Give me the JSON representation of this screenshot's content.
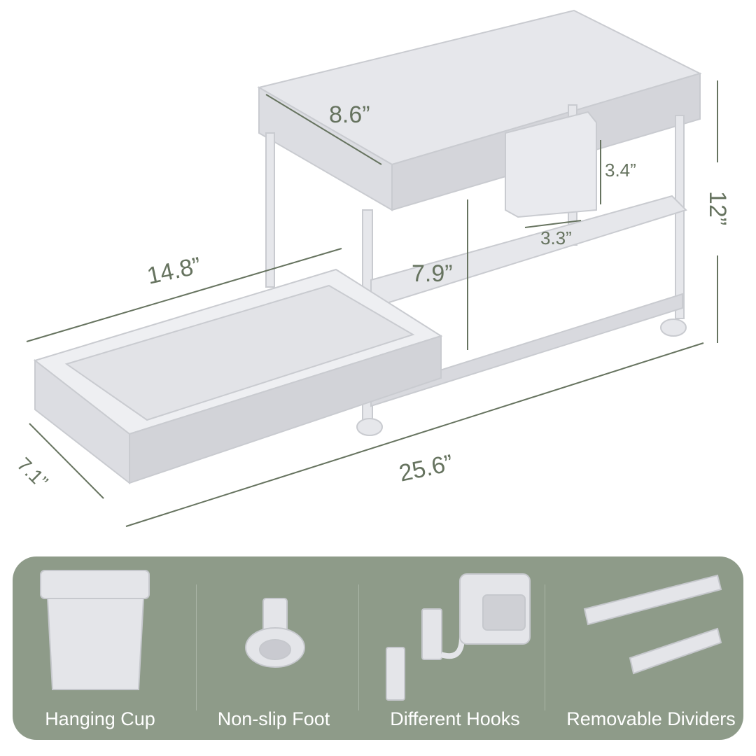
{
  "dimensions": {
    "compartment_width": "8.6”",
    "cup_height": "3.4”",
    "cup_width": "3.3”",
    "total_height": "12”",
    "depth": "14.8”",
    "clearance": "7.9”",
    "length": "25.6”",
    "drawer_width": "7.1”"
  },
  "features": [
    {
      "label": "Hanging Cup",
      "icon": "hanging-cup-icon"
    },
    {
      "label": "Non-slip Foot",
      "icon": "non-slip-foot-icon"
    },
    {
      "label": "Different Hooks",
      "icon": "hooks-icon"
    },
    {
      "label": "Removable Dividers",
      "icon": "dividers-icon"
    }
  ],
  "colors": {
    "dimension_text": "#66735f",
    "panel": "#8e9b89",
    "product": "#e4e5e9"
  }
}
